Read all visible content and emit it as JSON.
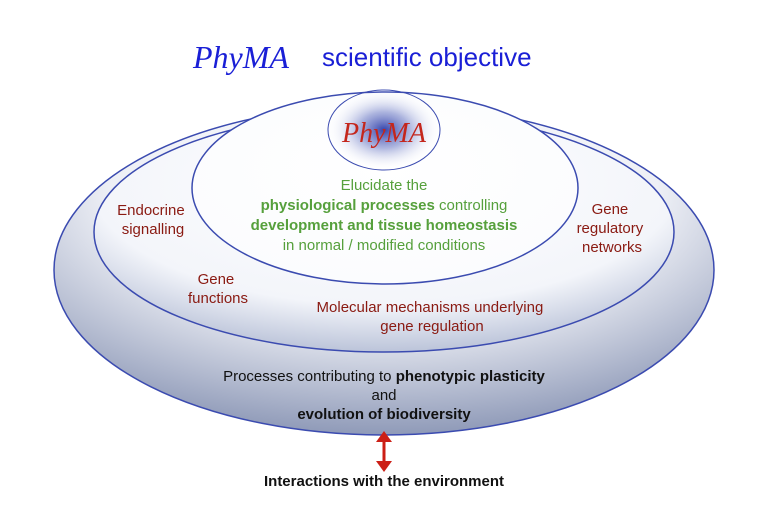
{
  "header": {
    "logo_text": "PhyMA",
    "title": "scientific objective",
    "color": "#1a1fd6"
  },
  "core": {
    "logo_text": "PhyMA",
    "logo_color": "#c4261c",
    "glow_color": "#2a3aa8",
    "line1": "Elucidate the",
    "line2_bold": "physiological processes",
    "line2_rest": " controlling",
    "line3_bold": "development and tissue homeostasis",
    "line4": "in normal / modified conditions",
    "text_color": "#56a03c"
  },
  "middle_ring": {
    "left_top": [
      "Endocrine",
      "signalling"
    ],
    "left_bottom": [
      "Gene",
      "functions"
    ],
    "right": [
      "Gene",
      "regulatory",
      "networks"
    ],
    "bottom": [
      "Molecular mechanisms underlying",
      "gene regulation"
    ],
    "text_color": "#8a1a12"
  },
  "outer_ring": {
    "line1_plain": "Processes contributing to ",
    "line1_bold": "phenotypic plasticity",
    "line2": "and",
    "line3_bold": "evolution of biodiversity"
  },
  "environment": {
    "label": "Interactions with the environment",
    "arrow_icon": "double-arrow-vertical",
    "arrow_color": "#cc1f16"
  },
  "colors": {
    "outline": "#3b4bb0",
    "shade": "#8f9ab8"
  }
}
